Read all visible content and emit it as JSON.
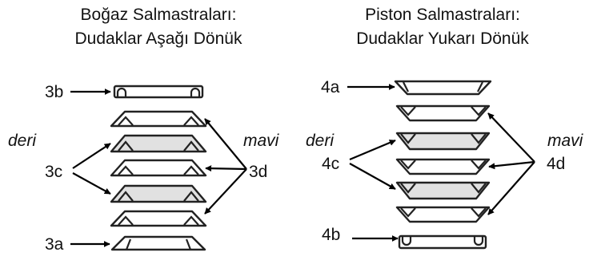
{
  "left": {
    "title_line1": "Boğaz Salmastraları:",
    "title_line2": "Dudaklar Aşağı Dönük",
    "label_top": "3b",
    "label_bottom": "3a",
    "label_leather": "deri",
    "label_blue": "mavi",
    "label_leather_rings": "3c",
    "label_blue_rings": "3d"
  },
  "right": {
    "title_line1": "Piston Salmastraları:",
    "title_line2": "Dudaklar Yukarı Dönük",
    "label_top": "4a",
    "label_bottom": "4b",
    "label_leather": "deri",
    "label_blue": "mavi",
    "label_leather_rings": "4c",
    "label_blue_rings": "4d"
  },
  "colors": {
    "leather_fill": "#e1e1e1",
    "line": "#222222"
  }
}
